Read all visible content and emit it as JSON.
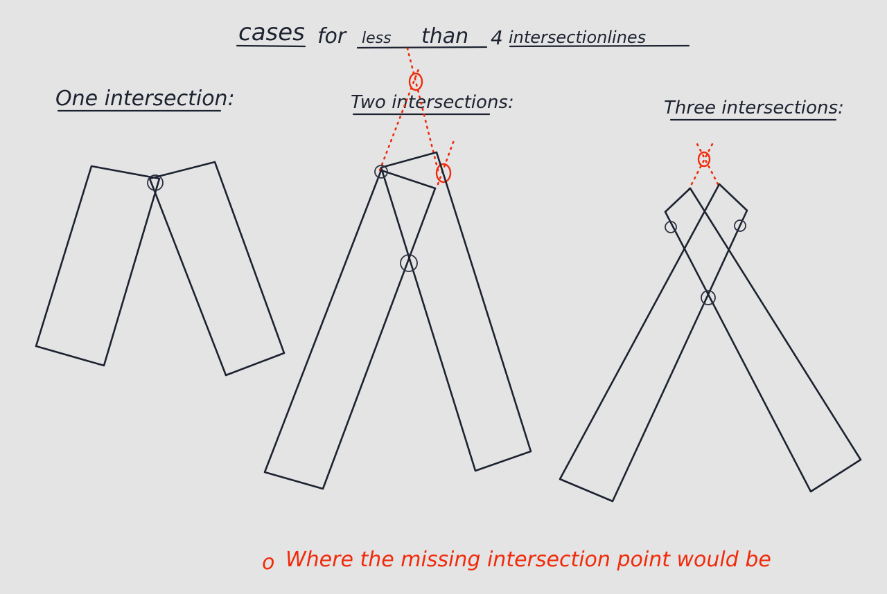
{
  "title": {
    "words": [
      "cases",
      "for",
      "less",
      "than",
      "4",
      "intersectionlines"
    ]
  },
  "panels": [
    {
      "label": "One intersection:"
    },
    {
      "label": "Two intersections:"
    },
    {
      "label": "Three intersections:"
    }
  ],
  "legend": {
    "symbol": "o",
    "text": "Where the missing intersection point would be"
  },
  "colors": {
    "ink": "#1c2230",
    "paper": "#e4e4e4",
    "missing_marker": "#f02a0a"
  }
}
